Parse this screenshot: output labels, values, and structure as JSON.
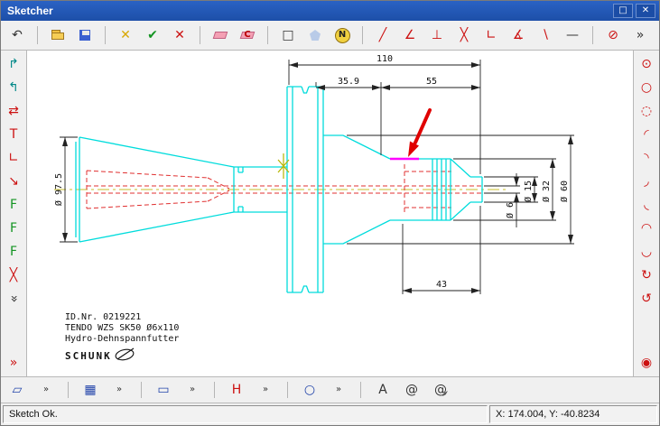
{
  "window": {
    "title": "Sketcher",
    "controls": [
      {
        "name": "maximize",
        "glyph": "□"
      },
      {
        "name": "close",
        "glyph": "✕"
      }
    ]
  },
  "colors": {
    "titlebar": "#2a62c4",
    "geometry": "#00dcdc",
    "hidden": "#e03030",
    "centerline": "#c8bc2a",
    "highlight": "#ff00ff",
    "annotation": "#e00000"
  },
  "toolbars": {
    "top": [
      {
        "name": "undo",
        "glyph": "↶",
        "cls": "c-dark"
      },
      {
        "sep": true
      },
      {
        "name": "open",
        "glyph": "",
        "cls": "icon-folder"
      },
      {
        "name": "save",
        "glyph": "",
        "cls": "icon-floppy"
      },
      {
        "sep": true
      },
      {
        "name": "discard",
        "glyph": "✕",
        "cls": "c-yellow"
      },
      {
        "name": "accept",
        "glyph": "✔",
        "cls": "c-green"
      },
      {
        "name": "cancel",
        "glyph": "✕",
        "cls": "c-red"
      },
      {
        "sep": true
      },
      {
        "name": "eraser",
        "glyph": "",
        "cls": "icon-eraser"
      },
      {
        "name": "eraser-color",
        "glyph": "C",
        "cls": "icon-eraser"
      },
      {
        "sep": true
      },
      {
        "name": "rectangle-tool",
        "glyph": "□",
        "cls": "c-dark"
      },
      {
        "name": "polygon-tool",
        "glyph": "",
        "cls": "icon-pentagon"
      },
      {
        "name": "ngon-tool",
        "glyph": "N",
        "cls": "icon-ncircle"
      },
      {
        "sep": true
      },
      {
        "name": "line-tool",
        "glyph": "╱",
        "cls": "c-red"
      },
      {
        "name": "line-angle-tool",
        "glyph": "∠",
        "cls": "c-red"
      },
      {
        "name": "line-perpendicular-tool",
        "glyph": "⊥",
        "cls": "c-red"
      },
      {
        "name": "line-cross-tool",
        "glyph": "╳",
        "cls": "c-red"
      },
      {
        "name": "line-corner-tool",
        "glyph": "∟",
        "cls": "c-red"
      },
      {
        "name": "line-measured-angle-tool",
        "glyph": "∡",
        "cls": "c-red"
      },
      {
        "name": "line-back-tool",
        "glyph": "∖",
        "cls": "c-red"
      },
      {
        "name": "line-horizontal-tool",
        "glyph": "—",
        "cls": "c-dark"
      },
      {
        "sep": true
      },
      {
        "name": "circle-tangent-tool",
        "glyph": "⊘",
        "cls": "c-red"
      },
      {
        "name": "more-tools",
        "glyph": "»",
        "cls": "c-dark"
      }
    ],
    "left": [
      {
        "name": "insert-point-tool",
        "glyph": "↱",
        "cls": "c-teal"
      },
      {
        "name": "insert-point-on-element-tool",
        "glyph": "↰",
        "cls": "c-teal"
      },
      {
        "name": "swap-direction-tool",
        "glyph": "⇄",
        "cls": "c-red"
      },
      {
        "name": "tangent-constraint",
        "glyph": "T",
        "cls": "c-red"
      },
      {
        "name": "corner-trim-tool",
        "glyph": "∟",
        "cls": "c-red"
      },
      {
        "name": "drag-element-tool",
        "glyph": "↘",
        "cls": "c-red"
      },
      {
        "name": "fix-constraint",
        "glyph": "F",
        "cls": "c-green"
      },
      {
        "name": "fix-x-constraint",
        "glyph": "F",
        "cls": "c-green"
      },
      {
        "name": "fix-angle-constraint",
        "glyph": "F",
        "cls": "c-green"
      },
      {
        "name": "delete-element-tool",
        "glyph": "╳",
        "cls": "c-red"
      },
      {
        "name": "collapse-toolbar",
        "glyph": "»",
        "cls": "c-dark rot90"
      },
      {
        "name": "more-edit-tools",
        "glyph": "»",
        "cls": "c-red pin-bottom"
      }
    ],
    "right": [
      {
        "name": "circle-center-radius-tool",
        "glyph": "⊙",
        "cls": "c-red"
      },
      {
        "name": "circle-2point-tool",
        "glyph": "○",
        "cls": "c-red"
      },
      {
        "name": "circle-construction-tool",
        "glyph": "◌",
        "cls": "c-red"
      },
      {
        "name": "arc-upper-left-tool",
        "glyph": "◜",
        "cls": "c-red"
      },
      {
        "name": "arc-upper-right-tool",
        "glyph": "◝",
        "cls": "c-red"
      },
      {
        "name": "arc-lower-right-tool",
        "glyph": "◞",
        "cls": "c-red"
      },
      {
        "name": "arc-lower-left-tool",
        "glyph": "◟",
        "cls": "c-red"
      },
      {
        "name": "arc-upper-tool",
        "glyph": "◠",
        "cls": "c-red"
      },
      {
        "name": "arc-lower-tool",
        "glyph": "◡",
        "cls": "c-red"
      },
      {
        "name": "rotate-cw-tool",
        "glyph": "↻",
        "cls": "c-red"
      },
      {
        "name": "rotate-ccw-tool",
        "glyph": "↺",
        "cls": "c-red"
      },
      {
        "name": "region-tool",
        "glyph": "◉",
        "cls": "c-red pin-bottom"
      }
    ],
    "bottom": [
      {
        "name": "profiles-tool",
        "glyph": "▱",
        "cls": "c-blue"
      },
      {
        "name": "profiles-more",
        "glyph": "»",
        "cls": "sm"
      },
      {
        "sep": true
      },
      {
        "name": "hatch-tool",
        "glyph": "▦",
        "cls": "c-blue"
      },
      {
        "name": "hatch-more",
        "glyph": "»",
        "cls": "sm"
      },
      {
        "sep": true
      },
      {
        "name": "surface-tool",
        "glyph": "▭",
        "cls": "c-blue"
      },
      {
        "name": "surface-more",
        "glyph": "»",
        "cls": "sm"
      },
      {
        "sep": true
      },
      {
        "name": "dimension-tool",
        "glyph": "H",
        "cls": "c-red"
      },
      {
        "name": "dimension-more",
        "glyph": "»",
        "cls": "sm"
      },
      {
        "sep": true
      },
      {
        "name": "ellipse-tool",
        "glyph": "○",
        "cls": "c-blue"
      },
      {
        "name": "ellipse-more",
        "glyph": "»",
        "cls": "sm"
      },
      {
        "sep": true
      },
      {
        "name": "text-tool",
        "glyph": "A",
        "cls": "c-dark"
      },
      {
        "name": "symbol-tool",
        "glyph": "@",
        "cls": "c-dark"
      },
      {
        "name": "symbol-edit-tool",
        "glyph": "@",
        "cls": "c-dark with-dot"
      }
    ]
  },
  "drawing": {
    "dimensions": {
      "total_length": "110",
      "length_front": "35.9",
      "length_nose": "55",
      "dia_shank": "Ø 97.5",
      "dia_bore": "Ø 6",
      "dia_tip": "Ø 15",
      "dia_clamp": "Ø 32",
      "dia_body": "Ø 60",
      "length_clamp": "43"
    },
    "labels": {
      "id_number": "ID.Nr. 0219221",
      "designation": "TENDO WZS SK50 Ø6x110",
      "type": "Hydro-Dehnspannfutter",
      "brand": "SCHUNK"
    }
  },
  "statusbar": {
    "message": "Sketch Ok.",
    "coordinates": "X: 174.004, Y: -40.8234"
  }
}
